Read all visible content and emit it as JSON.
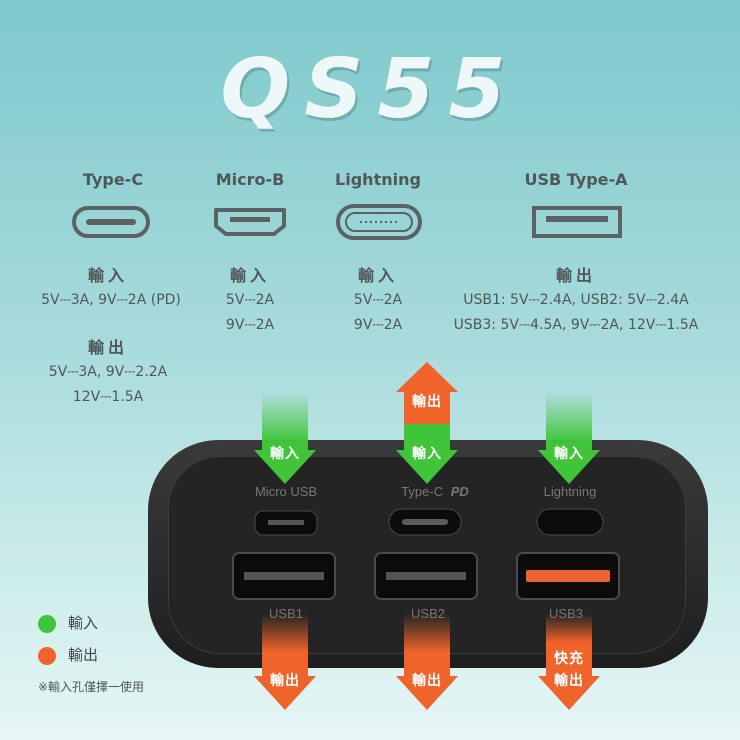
{
  "title": "QS55",
  "columns": [
    {
      "header": "Type-C",
      "label": "輸入",
      "specs": [
        "5V⎓3A, 9V⎓2A (PD)"
      ],
      "label2": "輸出",
      "specs2": [
        "5V⎓3A, 9V⎓2.2A",
        "12V⎓1.5A"
      ]
    },
    {
      "header": "Micro-B",
      "label": "輸入",
      "specs": [
        "5V⎓2A",
        "9V⎓2A"
      ]
    },
    {
      "header": "Lightning",
      "label": "輸入",
      "specs": [
        "5V⎓2A",
        "9V⎓2A"
      ]
    },
    {
      "header": "USB Type-A",
      "label": "輸出",
      "specs": [
        "USB1: 5V⎓2.4A, USB2: 5V⎓2.4A",
        "USB3: 5V⎓4.5A, 9V⎓2A, 12V⎓1.5A"
      ]
    }
  ],
  "device": {
    "top_ports": [
      "Micro USB",
      "Type-C",
      "Lightning"
    ],
    "pd_mark": "PD",
    "bottom_ports": [
      "USB1",
      "USB2",
      "USB3"
    ]
  },
  "arrows": {
    "input": "輸入",
    "output": "輸出",
    "fast_charge": "快充"
  },
  "legend": {
    "input": "輸入",
    "output": "輸出",
    "note": "※輸入孔僅擇一使用"
  },
  "colors": {
    "input": "#3fc43a",
    "output": "#f0632a"
  }
}
